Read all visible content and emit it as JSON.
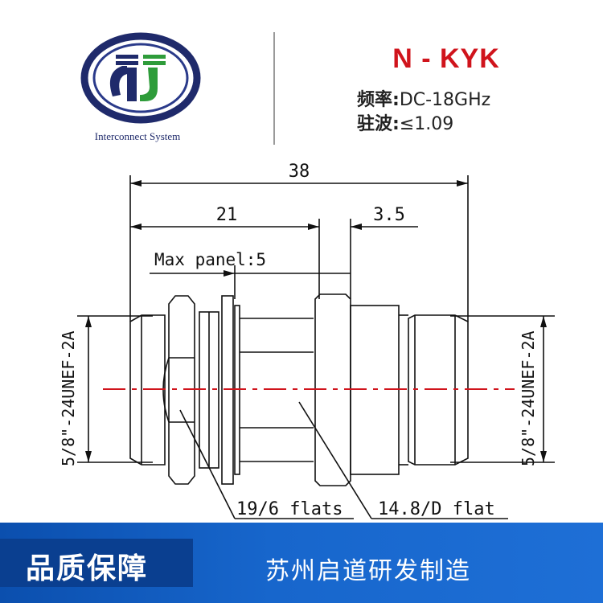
{
  "header": {
    "logo_caption": "Interconnect System",
    "model": "N - KYK",
    "spec_frequency_label": "频率:",
    "spec_frequency_value": "DC-18GHz",
    "spec_vswr_label": "驻波:",
    "spec_vswr_value": "≤1.09"
  },
  "drawing": {
    "dim_overall": "38",
    "dim_front": "21",
    "dim_flange": "3.5",
    "dim_panel": "Max panel:5",
    "thread_left": "5/8\"-24UNEF-2A",
    "thread_right": "5/8\"-24UNEF-2A",
    "callout_nut": "19/6 flats",
    "callout_body": "14.8/D flat",
    "line_color": "#111111",
    "axis_color": "#d0141c"
  },
  "footer": {
    "left_label": "品质保障",
    "right_label": "苏州启道研发制造",
    "bg_color": "#1766cc"
  },
  "icons": {
    "logo": "oval-logo-icon"
  }
}
